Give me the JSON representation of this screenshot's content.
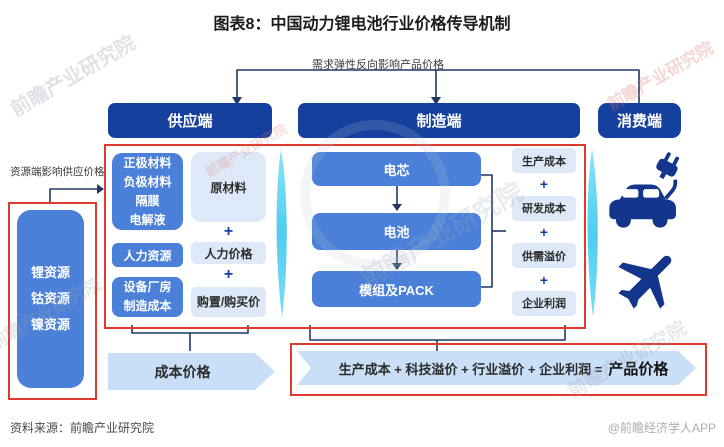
{
  "title": "图表8：中国动力锂电池行业价格传导机制",
  "annotations": {
    "demand_feedback": "需求弹性反向影响产品价格",
    "resource_supply": "资源端影响供应价格"
  },
  "stages": {
    "supply": "供应端",
    "manufacture": "制造端",
    "consume": "消费端"
  },
  "resources_box": "锂资源\n钴资源\n镍资源",
  "supply_factors": [
    "正极材料\n负极材料\n隔膜\n电解液",
    "人力资源",
    "设备厂房\n制造成本"
  ],
  "supply_prices": [
    "原材料",
    "人力价格",
    "购置/购买价"
  ],
  "manufacture_chain": [
    "电芯",
    "电池",
    "模组及PACK"
  ],
  "cost_components": [
    "生产成本",
    "研发成本",
    "供需溢价",
    "企业利润"
  ],
  "operators": {
    "plus": "+",
    "equals": "="
  },
  "cost_price_arrow": "成本价格",
  "price_formula": {
    "lhs": "生产成本 + 科技溢价 + 行业溢价 + 企业利润 =",
    "result": "产品价格"
  },
  "consumer_icons": [
    "electric-car",
    "airplane"
  ],
  "footer": {
    "source": "资料来源：前瞻产业研究院",
    "brand": "@前瞻经济学人APP"
  },
  "watermark": {
    "text": "前瞻产业研究院"
  },
  "colors": {
    "navy": "#15409E",
    "box_blue": "#4A80D8",
    "light_blue": "#DDE9F8",
    "frame_red": "#E0392E",
    "arrow_blue": "#C9DEF7",
    "lens_cyan": "#55D0EF",
    "line_navy": "#1F3864"
  }
}
